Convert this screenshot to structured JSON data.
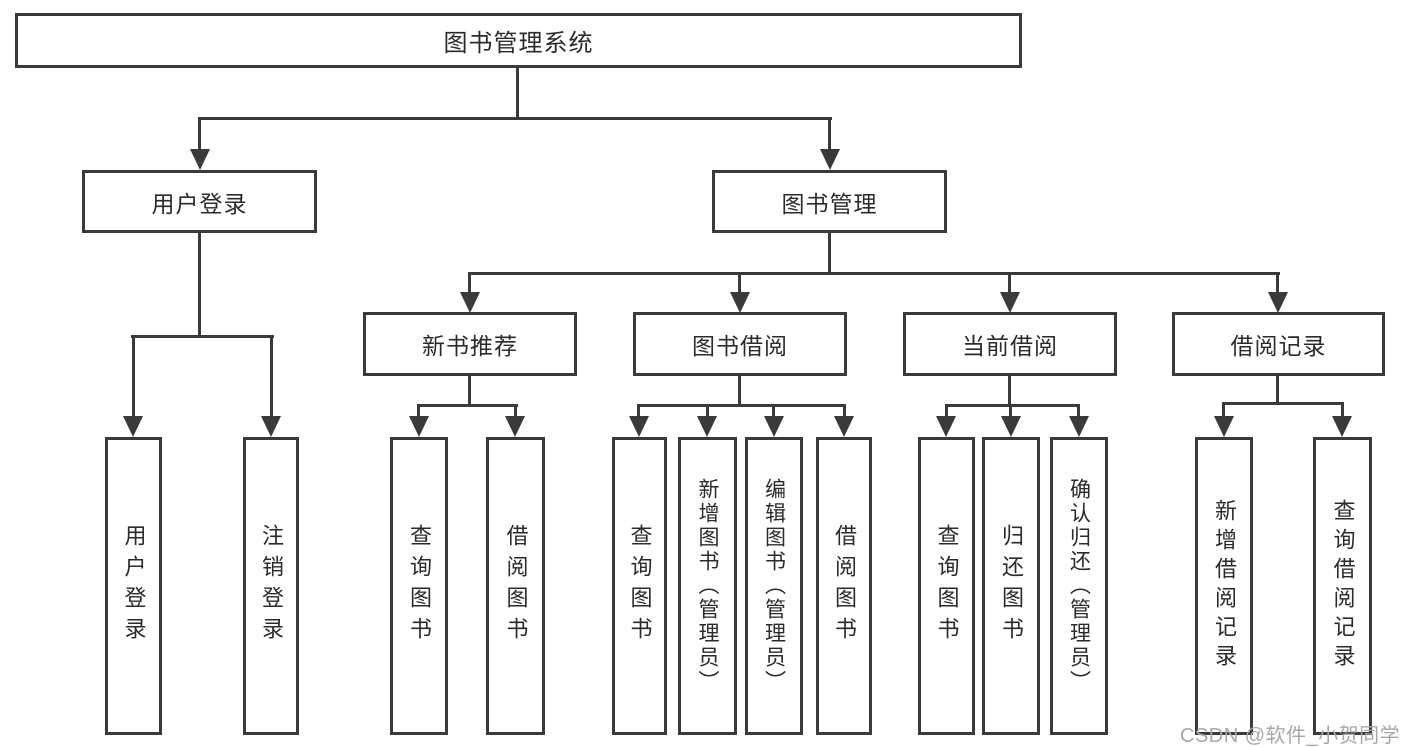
{
  "tree": {
    "root": "图书管理系统",
    "branches": [
      {
        "label": "用户登录",
        "children": [
          "用户登录",
          "注销登录"
        ]
      },
      {
        "label": "图书管理",
        "sections": [
          {
            "label": "新书推荐",
            "children": [
              "查询图书",
              "借阅图书"
            ]
          },
          {
            "label": "图书借阅",
            "children": [
              "查询图书",
              "新增图书（管理员）",
              "编辑图书（管理员）",
              "借阅图书"
            ]
          },
          {
            "label": "当前借阅",
            "children": [
              "查询图书",
              "归还图书",
              "确认归还（管理员）"
            ]
          },
          {
            "label": "借阅记录",
            "children": [
              "新增借阅记录",
              "查询借阅记录"
            ]
          }
        ]
      }
    ]
  },
  "watermark": "CSDN @软件_小贺同学",
  "colors": {
    "line": "#3a3a3a",
    "text": "#2b2b2b",
    "background": "#ffffff",
    "watermark": "#a8a8a8"
  }
}
